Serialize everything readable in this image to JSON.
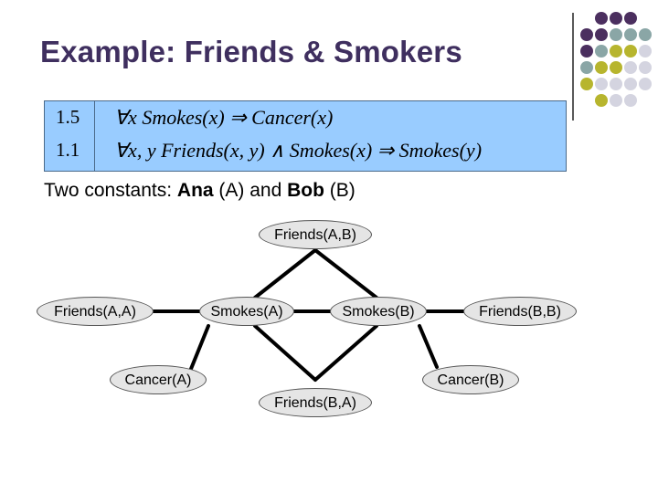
{
  "title": "Example: Friends & Smokers",
  "formulas": [
    {
      "weight": "1.5",
      "formula": "∀x Smokes(x) ⇒ Cancer(x)"
    },
    {
      "weight": "1.1",
      "formula": "∀x, y Friends(x, y) ∧ Smokes(x) ⇒ Smokes(y)"
    }
  ],
  "constants": {
    "prefix": "Two constants: ",
    "a_name": "Ana",
    "a_abbr": " (A) and ",
    "b_name": "Bob",
    "b_abbr": " (B)"
  },
  "nodes": {
    "friends_ab": "Friends(A,B)",
    "friends_aa": "Friends(A,A)",
    "smokes_a": "Smokes(A)",
    "smokes_b": "Smokes(B)",
    "friends_bb": "Friends(B,B)",
    "cancer_a": "Cancer(A)",
    "cancer_b": "Cancer(B)",
    "friends_ba": "Friends(B,A)"
  },
  "colors": {
    "title": "#3f2f5f",
    "formula_box": "#99ccff",
    "node_fill": "#e5e5e5",
    "dot_purple": "#4b2f5f",
    "dot_teal": "#8aa6a6",
    "dot_olive": "#b7b52e",
    "dot_gray": "#d4d4e0"
  }
}
